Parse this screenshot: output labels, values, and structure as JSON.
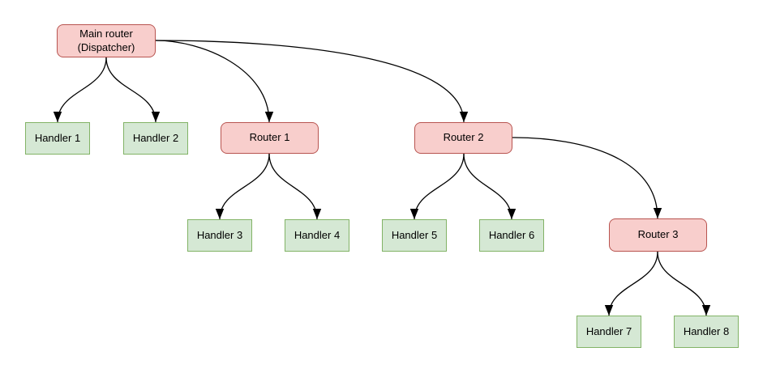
{
  "diagram": {
    "kind": "routing-tree",
    "colors": {
      "background": "#ffffff",
      "router_fill": "#f8cecc",
      "router_border": "#b85450",
      "handler_fill": "#d5e8d4",
      "handler_border": "#82b366",
      "edge": "#000000"
    },
    "nodes": {
      "main": {
        "line1": "Main router",
        "line2": "(Dispatcher)",
        "type": "router"
      },
      "router1": {
        "label": "Router 1",
        "type": "router"
      },
      "router2": {
        "label": "Router 2",
        "type": "router"
      },
      "router3": {
        "label": "Router 3",
        "type": "router"
      },
      "handler1": {
        "label": "Handler 1",
        "type": "handler"
      },
      "handler2": {
        "label": "Handler 2",
        "type": "handler"
      },
      "handler3": {
        "label": "Handler 3",
        "type": "handler"
      },
      "handler4": {
        "label": "Handler 4",
        "type": "handler"
      },
      "handler5": {
        "label": "Handler 5",
        "type": "handler"
      },
      "handler6": {
        "label": "Handler 6",
        "type": "handler"
      },
      "handler7": {
        "label": "Handler 7",
        "type": "handler"
      },
      "handler8": {
        "label": "Handler 8",
        "type": "handler"
      }
    },
    "edges": [
      {
        "from": "main",
        "to": "handler1"
      },
      {
        "from": "main",
        "to": "handler2"
      },
      {
        "from": "main",
        "to": "router1"
      },
      {
        "from": "main",
        "to": "router2"
      },
      {
        "from": "router1",
        "to": "handler3"
      },
      {
        "from": "router1",
        "to": "handler4"
      },
      {
        "from": "router2",
        "to": "handler5"
      },
      {
        "from": "router2",
        "to": "handler6"
      },
      {
        "from": "router2",
        "to": "router3"
      },
      {
        "from": "router3",
        "to": "handler7"
      },
      {
        "from": "router3",
        "to": "handler8"
      }
    ]
  }
}
